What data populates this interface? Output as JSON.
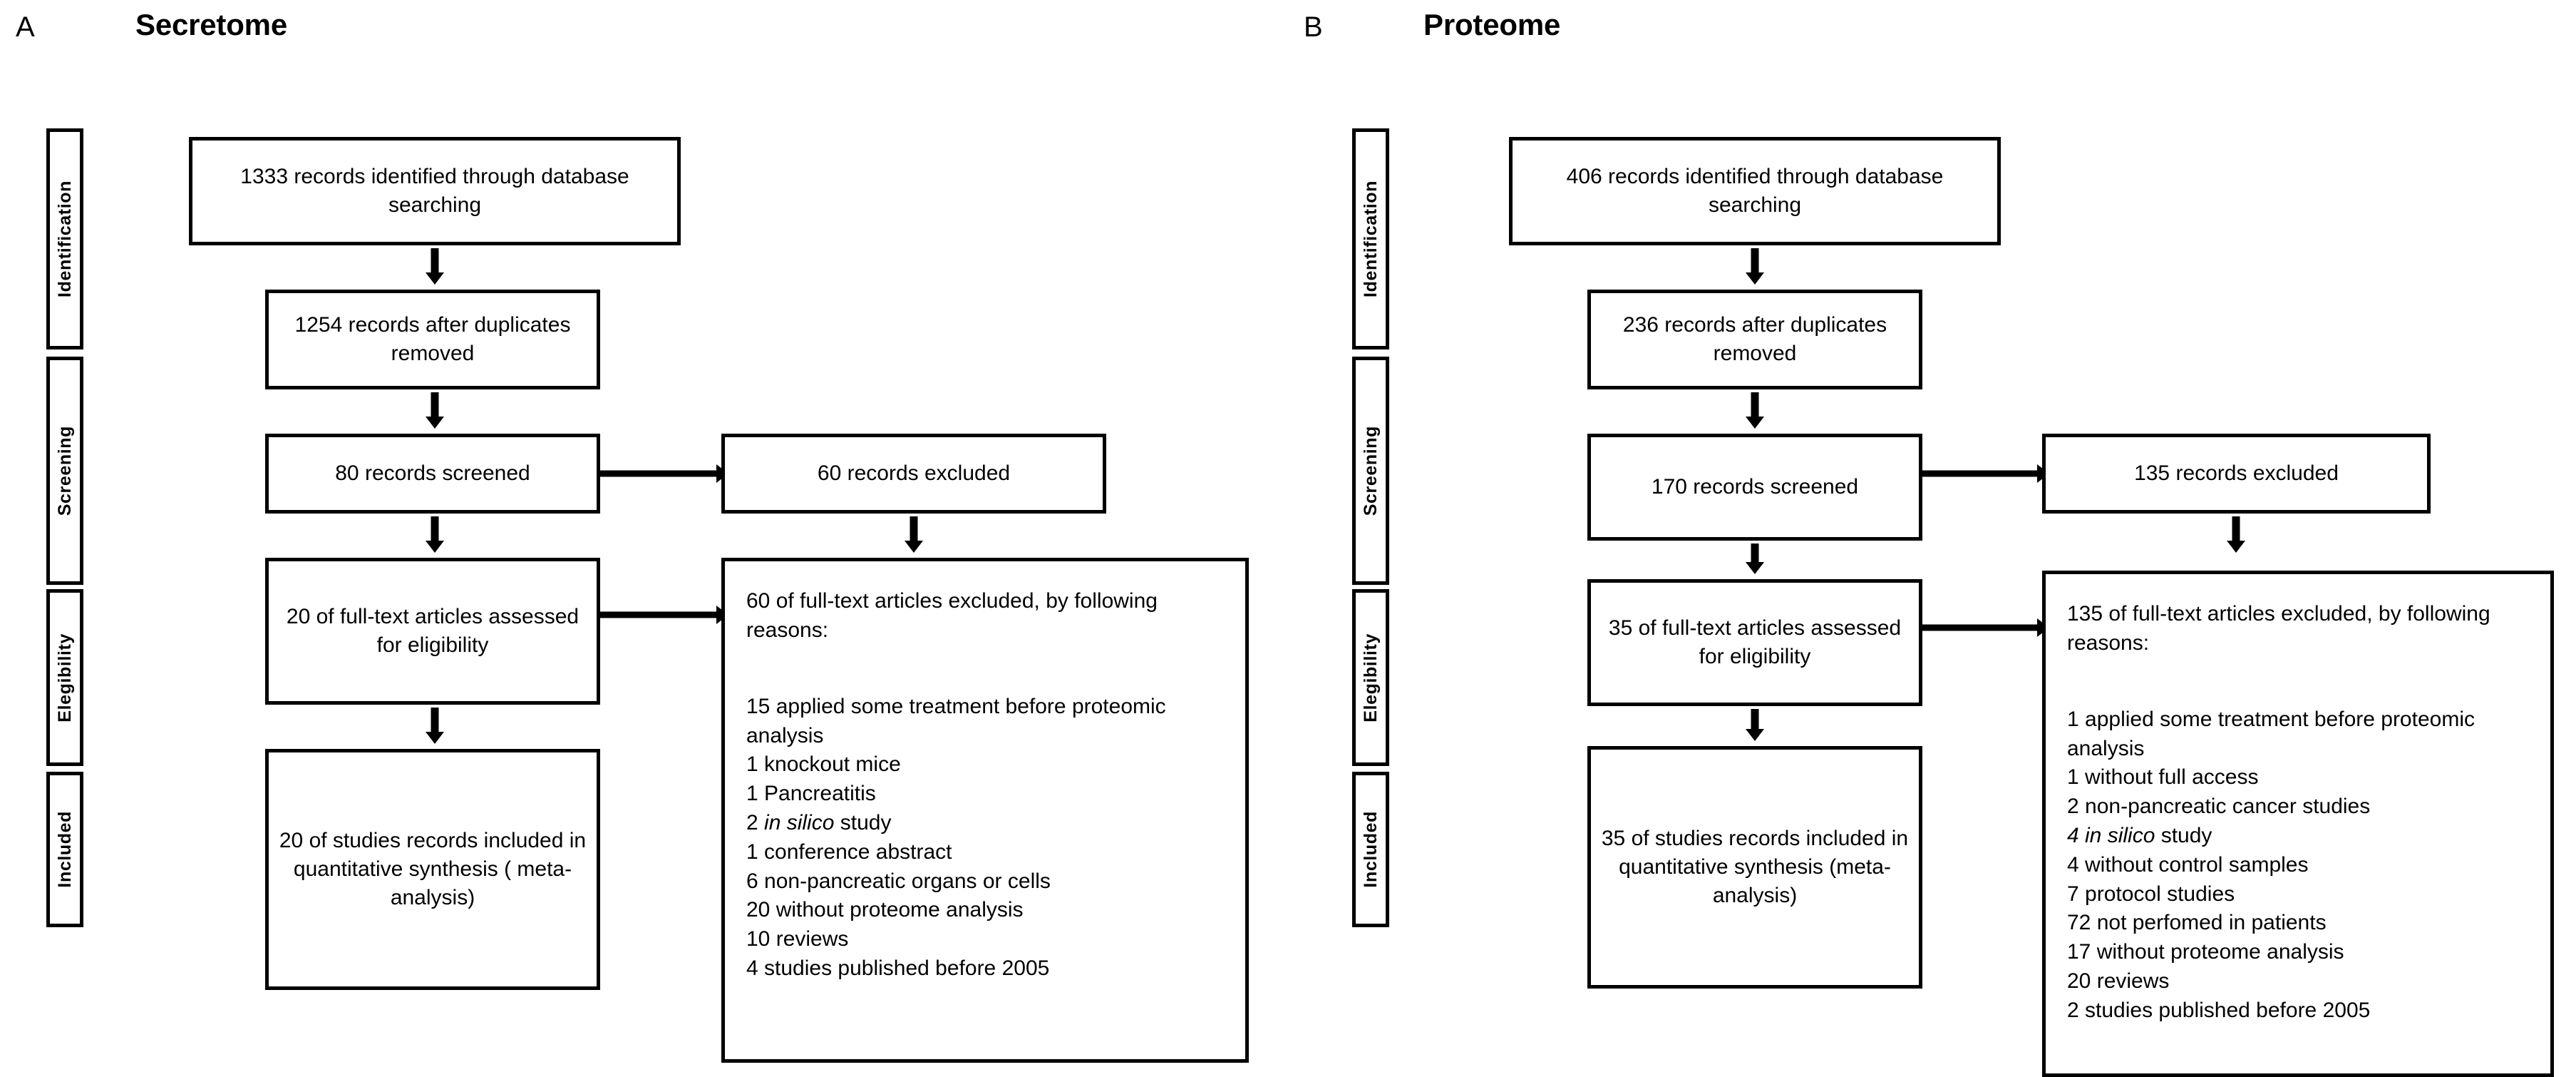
{
  "figure": {
    "type": "prisma-flow-diagram",
    "panel_count": 2
  },
  "panels": [
    {
      "letter": "A",
      "title": "Secretome",
      "stages": [
        {
          "label": "Identification"
        },
        {
          "label": "Screening"
        },
        {
          "label": "Elegibility"
        },
        {
          "label": "Included"
        }
      ],
      "boxes": {
        "identified": "1333 records identified through database searching",
        "after_duplicates": "1254 records after duplicates removed",
        "screened": "80 records screened",
        "records_excluded": "60 records excluded",
        "fulltext_assessed": "20 of full-text articles assessed for eligibility",
        "included": "20 of studies records included in quantitative synthesis ( meta-analysis)"
      },
      "exclusions": {
        "heading": "60 of full-text articles excluded, by following reasons:",
        "items": [
          {
            "text": "15 applied some treatment before proteomic analysis",
            "italic": ""
          },
          {
            "text": "1 knockout mice",
            "italic": ""
          },
          {
            "text": "1 Pancreatitis",
            "italic": ""
          },
          {
            "text": "2 ",
            "italic": "in silico",
            "after": " study"
          },
          {
            "text": "1 conference abstract",
            "italic": ""
          },
          {
            "text": "6 non-pancreatic organs or cells",
            "italic": ""
          },
          {
            "text": "20 without proteome analysis",
            "italic": ""
          },
          {
            "text": "10 reviews",
            "italic": ""
          },
          {
            "text": "4 studies published before 2005",
            "italic": ""
          }
        ]
      }
    },
    {
      "letter": "B",
      "title": "Proteome",
      "stages": [
        {
          "label": "Identification"
        },
        {
          "label": "Screening"
        },
        {
          "label": "Elegibility"
        },
        {
          "label": "Included"
        }
      ],
      "boxes": {
        "identified": "406 records identified through database searching",
        "after_duplicates": "236 records after duplicates removed",
        "screened": "170 records screened",
        "records_excluded": "135 records excluded",
        "fulltext_assessed": "35 of full-text articles assessed for eligibility",
        "included": "35 of studies records included in quantitative synthesis (meta-analysis)"
      },
      "exclusions": {
        "heading": "135 of full-text articles excluded, by following reasons:",
        "items": [
          {
            "text": "1 applied some treatment before proteomic analysis",
            "italic": ""
          },
          {
            "text": "1 without full access",
            "italic": ""
          },
          {
            "text": "2 non-pancreatic cancer studies",
            "italic": ""
          },
          {
            "text": "",
            "italic": "4 in silico",
            "after": " study"
          },
          {
            "text": "4 without control samples",
            "italic": ""
          },
          {
            "text": "7 protocol studies",
            "italic": ""
          },
          {
            "text": "72 not perfomed in patients",
            "italic": ""
          },
          {
            "text": "17 without proteome analysis",
            "italic": ""
          },
          {
            "text": "20 reviews",
            "italic": ""
          },
          {
            "text": "2 studies published before 2005",
            "italic": ""
          }
        ]
      }
    }
  ],
  "colors": {
    "stroke": "#000000",
    "background": "#ffffff",
    "text": "#000000"
  }
}
